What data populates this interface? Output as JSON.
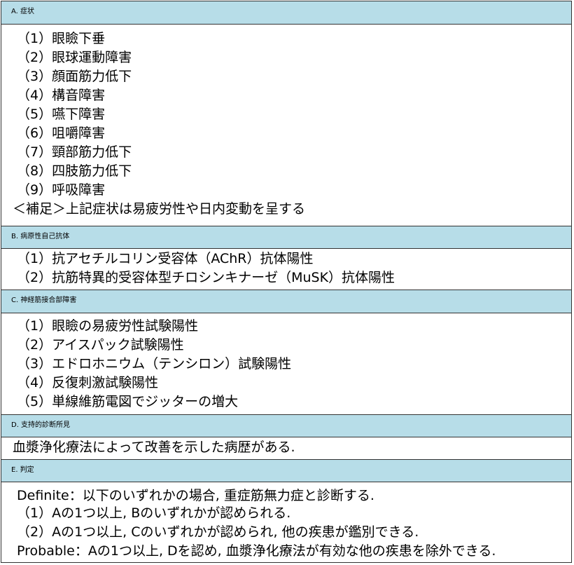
{
  "sections": {
    "A": {
      "header": "A.  症状",
      "items": [
        "（1）眼瞼下垂",
        "（2）眼球運動障害",
        "（3）顔面筋力低下",
        "（4）構音障害",
        "（5）嚥下障害",
        "（6）咀嚼障害",
        "（7）頸部筋力低下",
        "（8）四肢筋力低下",
        "（9）呼吸障害"
      ],
      "note": "＜補足＞上記症状は易疲労性や日内変動を呈する"
    },
    "B": {
      "header": "B.  病原性自己抗体",
      "items": [
        "（1）抗アセチルコリン受容体（AChR）抗体陽性",
        "（2）抗筋特異的受容体型チロシンキナーゼ（MuSK）抗体陽性"
      ]
    },
    "C": {
      "header": "C.  神経筋接合部障害",
      "items": [
        "（1）眼瞼の易疲労性試験陽性",
        "（2）アイスパック試験陽性",
        "（3）エドロホニウム（テンシロン）試験陽性",
        "（4）反復刺激試験陽性",
        "（5）単線維筋電図でジッターの増大"
      ]
    },
    "D": {
      "header": "D.  支持的診断所見",
      "items": [
        "血漿浄化療法によって改善を示した病歴がある."
      ]
    },
    "E": {
      "header": "E.  判定",
      "items": [
        "Definite：以下のいずれかの場合, 重症筋無力症と診断する.",
        "（1）Aの1つ以上, Bのいずれかが認められる.",
        "（2）Aの1つ以上, Cのいずれかが認められ, 他の疾患が鑑別できる.",
        "Probable：Aの1つ以上, Dを認め, 血漿浄化療法が有効な他の疾患を除外できる."
      ]
    }
  }
}
